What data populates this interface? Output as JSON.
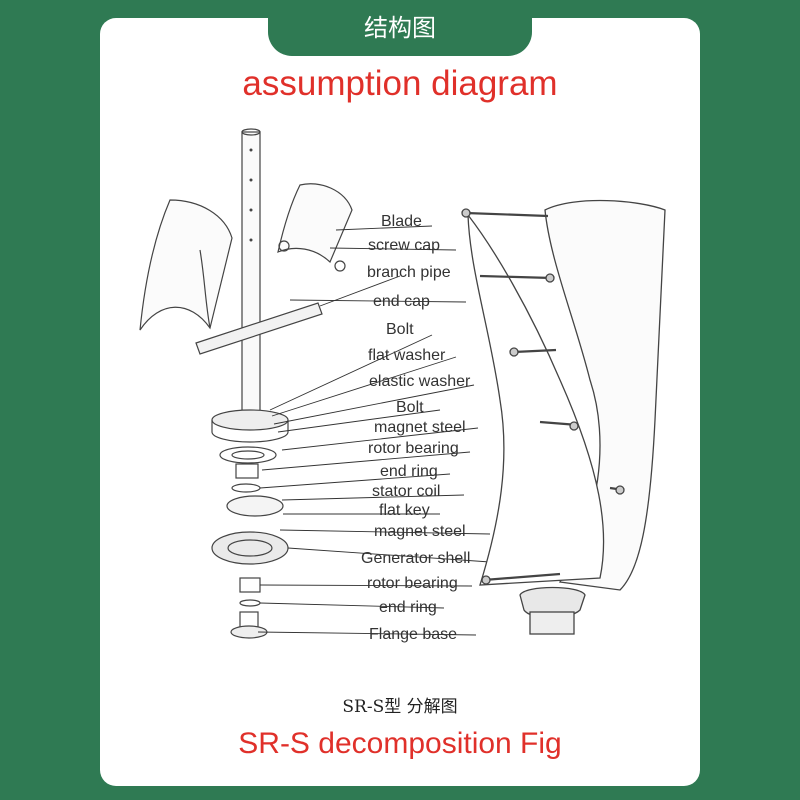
{
  "header": {
    "tab_title": "结构图",
    "title": "assumption diagram"
  },
  "diagram": {
    "labels": [
      "Blade",
      "screw cap",
      "branch pipe",
      "end cap",
      "Bolt",
      "flat washer",
      "elastic washer",
      "Bolt",
      "magnet steel",
      "rotor bearing",
      "end ring",
      "stator coil",
      "flat key",
      "magnet steel",
      "Generator shell",
      "rotor bearing",
      "end ring",
      "Flange base"
    ]
  },
  "footer": {
    "model_caption": "SR-S型  分解图",
    "fig_caption": "SR-S  decomposition Fig"
  },
  "colors": {
    "background": "#2f7a53",
    "accent_red": "#e0302a",
    "card": "#ffffff",
    "line": "#444444"
  }
}
